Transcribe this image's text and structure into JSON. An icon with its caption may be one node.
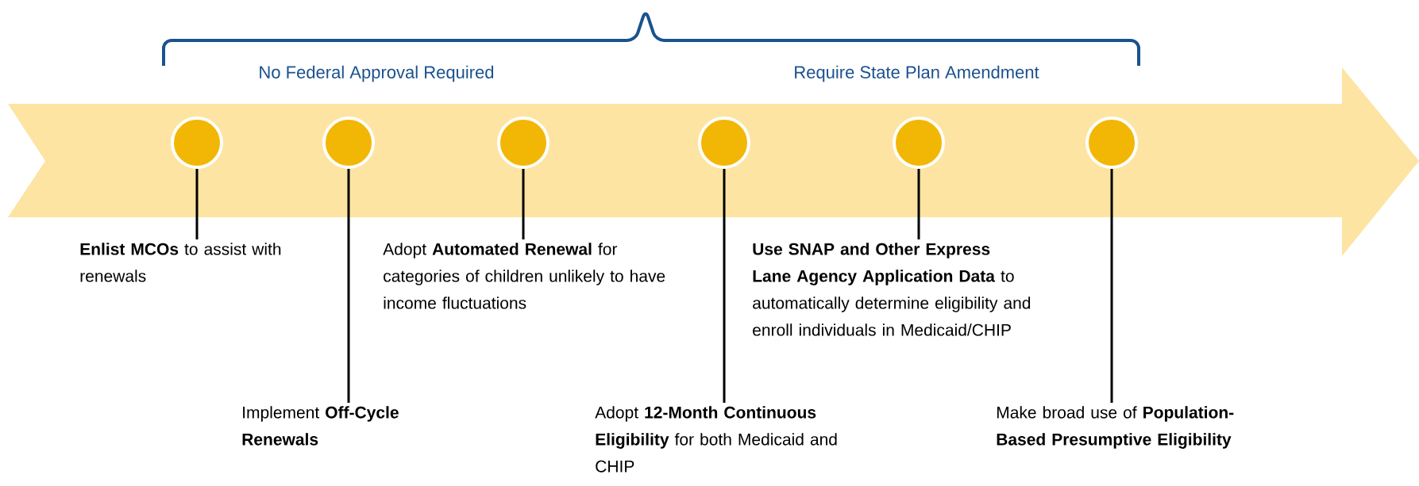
{
  "diagram": {
    "nodes": [
      {
        "text": [],
        "shape": "circle"
      },
      {
        "text": [],
        "shape": "circle"
      },
      {
        "text": [],
        "shape": "circle"
      },
      {
        "text": [],
        "shape": "circle"
      },
      {
        "text": [],
        "shape": "circle"
      },
      {
        "text": [],
        "shape": "circle"
      },
      {
        "text": [
          "**Enlist MCOs** to assist with renewals"
        ]
      },
      {
        "text": [
          "Implement **Off-Cycle Renewals**"
        ]
      },
      {
        "text": [
          "Adopt **Automated Renewal** for categories of children unlikely to have income fluctuations"
        ]
      },
      {
        "text": [
          "Adopt **12-Month Continuous Eligibility** for both Medicaid and CHIP"
        ]
      },
      {
        "text": [
          "**Use SNAP and Other Express Lane Agency Application Data** to automatically determine eligibility and enroll individuals in Medicaid/CHIP"
        ]
      },
      {
        "text": [
          "Make broad use of **Population-Based Presumptive Eligibility**"
        ]
      }
    ],
    "edges": [
      {
        "from": 0,
        "to": 6,
        "arrow": "none"
      },
      {
        "from": 1,
        "to": 7,
        "arrow": "none"
      },
      {
        "from": 2,
        "to": 8,
        "arrow": "none"
      },
      {
        "from": 3,
        "to": 9,
        "arrow": "none"
      },
      {
        "from": 4,
        "to": 10,
        "arrow": "none"
      },
      {
        "from": 5,
        "to": 11,
        "arrow": "none"
      }
    ],
    "labels": [
      "No Federal Approval Required",
      "Require State Plan Amendment"
    ]
  }
}
